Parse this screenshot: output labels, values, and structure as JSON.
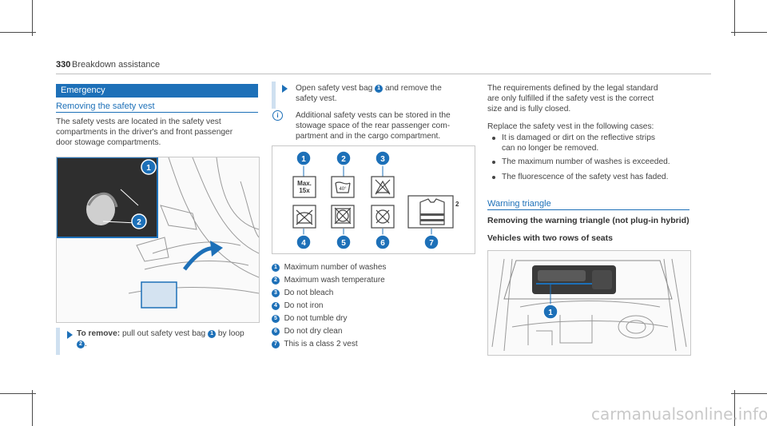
{
  "header": {
    "page_number": "330",
    "section": "Breakdown assistance"
  },
  "left": {
    "section_bar": "Emergency",
    "subheading": "Removing the safety vest",
    "intro": [
      "The safety vests are located in the safety vest",
      "compartments in the driver's and front passenger",
      "door stowage compartments."
    ],
    "instruction_bold": "To remove:",
    "instruction_text_1": " pull out safety vest bag ",
    "instruction_text_2": " by loop",
    "instruction_text_3": "."
  },
  "middle": {
    "step_text_1": "Open safety vest bag ",
    "step_text_2": " and remove the",
    "step_text_3": "safety vest.",
    "info_lines": [
      "Additional safety vests can be stored in the",
      "stowage space of the rear passenger com-",
      "partment and in the cargo compartment."
    ],
    "label_max": "Max.",
    "label_15x": "15x",
    "label_40": "40°",
    "label_class": "2",
    "legend": [
      "Maximum number of washes",
      "Maximum wash temperature",
      "Do not bleach",
      "Do not iron",
      "Do not tumble dry",
      "Do not dry clean",
      "This is a class 2 vest"
    ]
  },
  "right": {
    "paragraph_1": [
      "The requirements defined by the legal standard",
      "are only fulfilled if the safety vest is the correct",
      "size and is fully closed."
    ],
    "paragraph_2": "Replace the safety vest in the following cases:",
    "bullets": [
      [
        "It is damaged or dirt on the reflective strips",
        "can no longer be removed."
      ],
      [
        "The maximum number of washes is exceeded."
      ],
      [
        "The fluorescence of the safety vest has faded."
      ]
    ],
    "subheading": "Warning triangle",
    "bold_heading_1": "Removing the warning triangle (not plug-in hybrid)",
    "bold_heading_2": "Vehicles with two rows of seats"
  },
  "callouts": [
    "1",
    "2",
    "3",
    "4",
    "5",
    "6",
    "7"
  ],
  "watermark": "carmanualsonline.info",
  "colors": {
    "accent": "#1d70b8",
    "text": "#444444"
  }
}
